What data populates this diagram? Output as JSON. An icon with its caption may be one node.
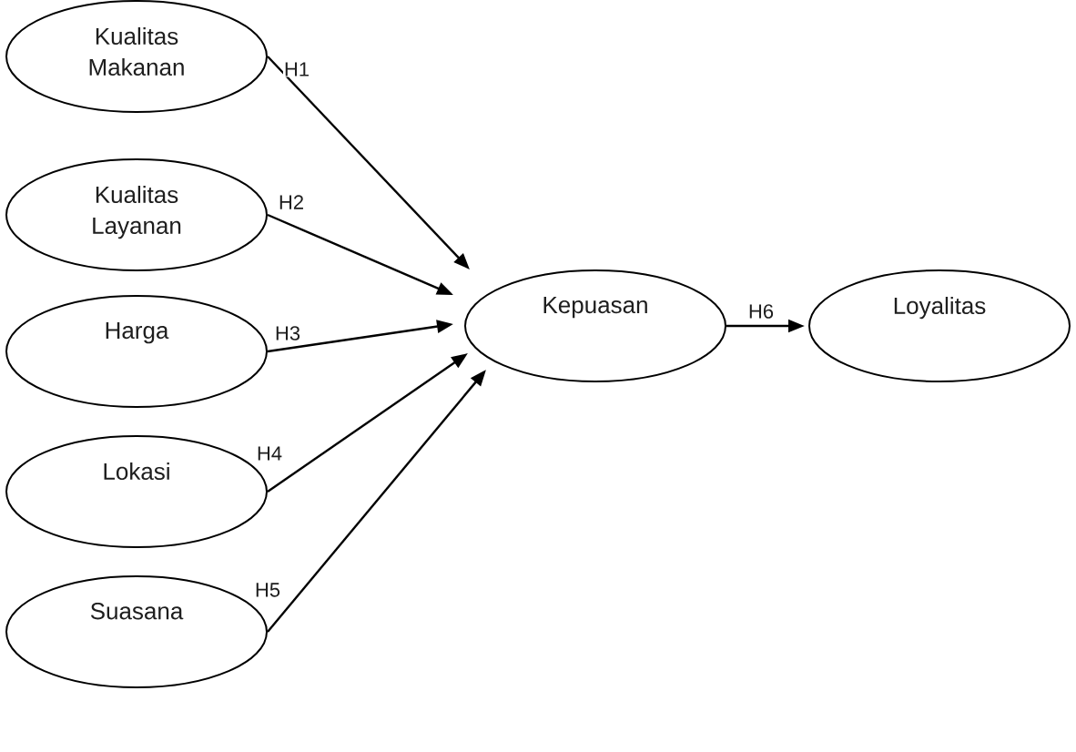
{
  "diagram": {
    "nodes": [
      {
        "text": [
          "Kualitas Makanan"
        ]
      },
      {
        "text": [
          "Kualitas Layanan"
        ]
      },
      {
        "text": [
          "Harga"
        ]
      },
      {
        "text": [
          "Lokasi"
        ]
      },
      {
        "text": [
          "Suasana"
        ]
      },
      {
        "text": [
          "Kepuasan"
        ]
      },
      {
        "text": [
          "Loyalitas"
        ]
      }
    ],
    "edges": [
      {
        "from": 0,
        "to": 5,
        "arrow": "to",
        "label": "H1"
      },
      {
        "from": 1,
        "to": 5,
        "arrow": "to",
        "label": "H2"
      },
      {
        "from": 2,
        "to": 5,
        "arrow": "to",
        "label": "H3"
      },
      {
        "from": 3,
        "to": 5,
        "arrow": "to",
        "label": "H4"
      },
      {
        "from": 4,
        "to": 5,
        "arrow": "to",
        "label": "H5"
      },
      {
        "from": 5,
        "to": 6,
        "arrow": "to",
        "label": "H6"
      }
    ]
  }
}
